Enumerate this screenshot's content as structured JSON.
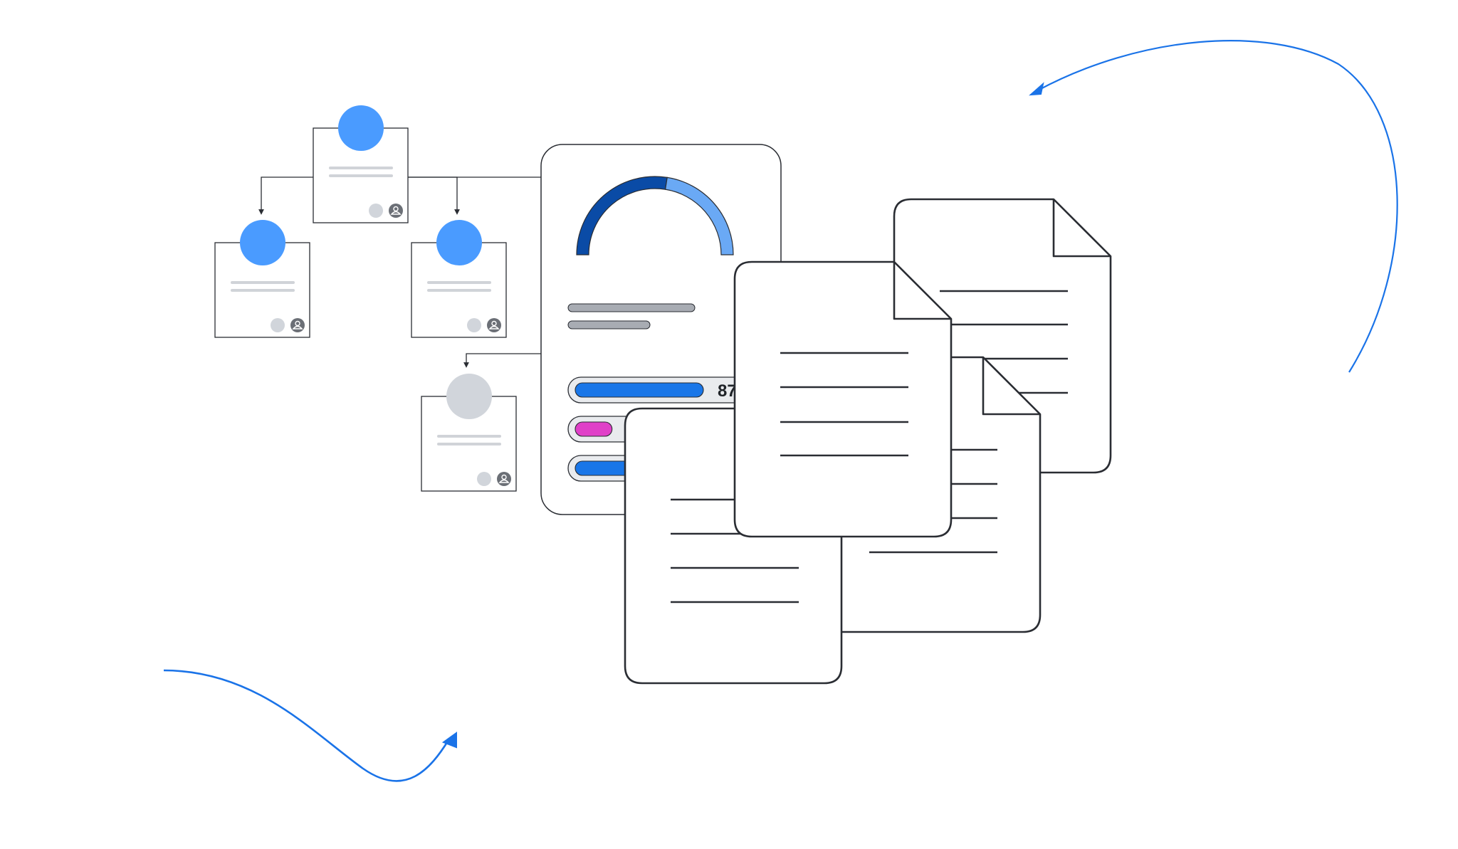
{
  "colors": {
    "accent_blue": "#4a9bff",
    "deep_blue": "#0a4ba6",
    "light_blue": "#6aa9f5",
    "bar_blue": "#1976e8",
    "bar_pink": "#e040c8",
    "arrow_blue": "#1a73e8",
    "inactive_gray": "#d1d5db",
    "outline": "#2a2d33",
    "skeleton_gray": "#d0d3d8",
    "track_gray": "#a8acb3",
    "badge_dark": "#6b6f76"
  },
  "org_chart": {
    "nodes": [
      {
        "id": "root",
        "status": "active",
        "avatar_icon": "person-circle-icon",
        "badges": [
          "menu-badge-icon",
          "user-badge-icon"
        ]
      },
      {
        "id": "child-left",
        "status": "active",
        "avatar_icon": "person-circle-icon",
        "badges": [
          "menu-badge-icon",
          "user-badge-icon"
        ]
      },
      {
        "id": "child-right",
        "status": "active",
        "avatar_icon": "person-circle-icon",
        "badges": [
          "menu-badge-icon",
          "user-badge-icon"
        ]
      },
      {
        "id": "grandchild",
        "status": "inactive",
        "avatar_icon": "person-circle-icon",
        "badges": [
          "menu-badge-icon",
          "user-badge-icon"
        ]
      }
    ]
  },
  "dashboard_card": {
    "gauge_fraction": 0.55,
    "progress_bars": [
      {
        "color": "bar_blue",
        "fraction": 0.87,
        "label": "87"
      },
      {
        "color": "bar_pink",
        "fraction": 0.25
      },
      {
        "color": "bar_blue",
        "fraction": 0.55
      }
    ]
  },
  "documents": {
    "icon": "document-icon",
    "count": 4
  }
}
